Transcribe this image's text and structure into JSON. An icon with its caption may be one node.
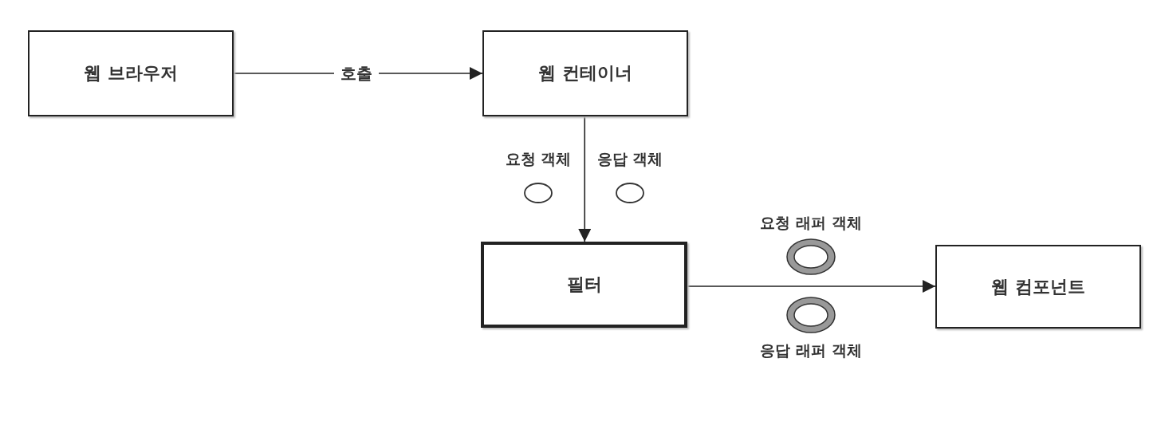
{
  "diagram": {
    "nodes": [
      {
        "text": [
          "웹 브라우저"
        ]
      },
      {
        "text": [
          "웹 컨테이너"
        ]
      },
      {
        "text": [
          "필터"
        ]
      },
      {
        "text": [
          "웹 컴포넌트"
        ]
      },
      {
        "text": [
          "요청 객체"
        ]
      },
      {
        "text": [
          "응답 객체"
        ]
      },
      {
        "text": [
          "요청 래퍼 객체"
        ]
      },
      {
        "text": [
          "응답 래퍼 객체"
        ]
      }
    ],
    "edges": [
      {
        "from": 0,
        "to": 1,
        "arrow": "to",
        "label": "호출"
      },
      {
        "from": 1,
        "to": 2,
        "arrow": "to"
      },
      {
        "from": 2,
        "to": 3,
        "arrow": "to"
      }
    ]
  }
}
